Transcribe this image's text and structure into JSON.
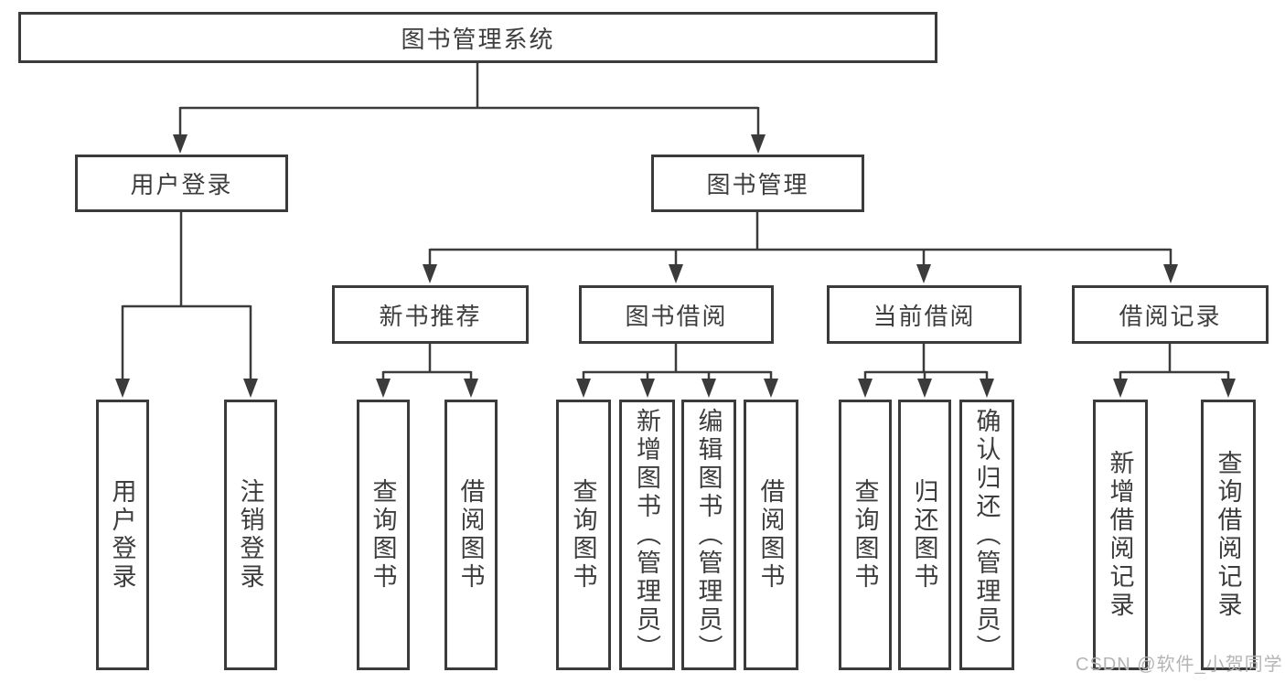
{
  "diagram": {
    "title": "图书管理系统",
    "nodes": [
      {
        "id": "root",
        "label": "图书管理系统",
        "parent": null,
        "orientation": "horizontal"
      },
      {
        "id": "login",
        "label": "用户登录",
        "parent": "root",
        "orientation": "horizontal"
      },
      {
        "id": "mgmt",
        "label": "图书管理",
        "parent": "root",
        "orientation": "horizontal"
      },
      {
        "id": "rec",
        "label": "新书推荐",
        "parent": "mgmt",
        "orientation": "horizontal"
      },
      {
        "id": "borrow",
        "label": "图书借阅",
        "parent": "mgmt",
        "orientation": "horizontal"
      },
      {
        "id": "current",
        "label": "当前借阅",
        "parent": "mgmt",
        "orientation": "horizontal"
      },
      {
        "id": "records",
        "label": "借阅记录",
        "parent": "mgmt",
        "orientation": "horizontal"
      },
      {
        "id": "u1",
        "label": "用户登录",
        "parent": "login",
        "orientation": "vertical"
      },
      {
        "id": "u2",
        "label": "注销登录",
        "parent": "login",
        "orientation": "vertical"
      },
      {
        "id": "r1",
        "label": "查询图书",
        "parent": "rec",
        "orientation": "vertical"
      },
      {
        "id": "r2",
        "label": "借阅图书",
        "parent": "rec",
        "orientation": "vertical"
      },
      {
        "id": "b1",
        "label": "查询图书",
        "parent": "borrow",
        "orientation": "vertical"
      },
      {
        "id": "b2",
        "label": "新增图书（管理员）",
        "parent": "borrow",
        "orientation": "vertical"
      },
      {
        "id": "b3",
        "label": "编辑图书（管理员）",
        "parent": "borrow",
        "orientation": "vertical"
      },
      {
        "id": "b4",
        "label": "借阅图书",
        "parent": "borrow",
        "orientation": "vertical"
      },
      {
        "id": "c1",
        "label": "查询图书",
        "parent": "current",
        "orientation": "vertical"
      },
      {
        "id": "c2",
        "label": "归还图书",
        "parent": "current",
        "orientation": "vertical"
      },
      {
        "id": "c3",
        "label": "确认归还（管理员）",
        "parent": "current",
        "orientation": "vertical"
      },
      {
        "id": "x1",
        "label": "新增借阅记录",
        "parent": "records",
        "orientation": "vertical"
      },
      {
        "id": "x2",
        "label": "查询借阅记录",
        "parent": "records",
        "orientation": "vertical"
      }
    ]
  },
  "watermark": {
    "text": "CSDN @软件_小贺同学"
  },
  "colors": {
    "line": "#3b3b3b",
    "box_border": "#3b3b3b",
    "box_background": "#ffffff",
    "text": "#3d3d3d",
    "watermark": "#b5b5b5"
  }
}
